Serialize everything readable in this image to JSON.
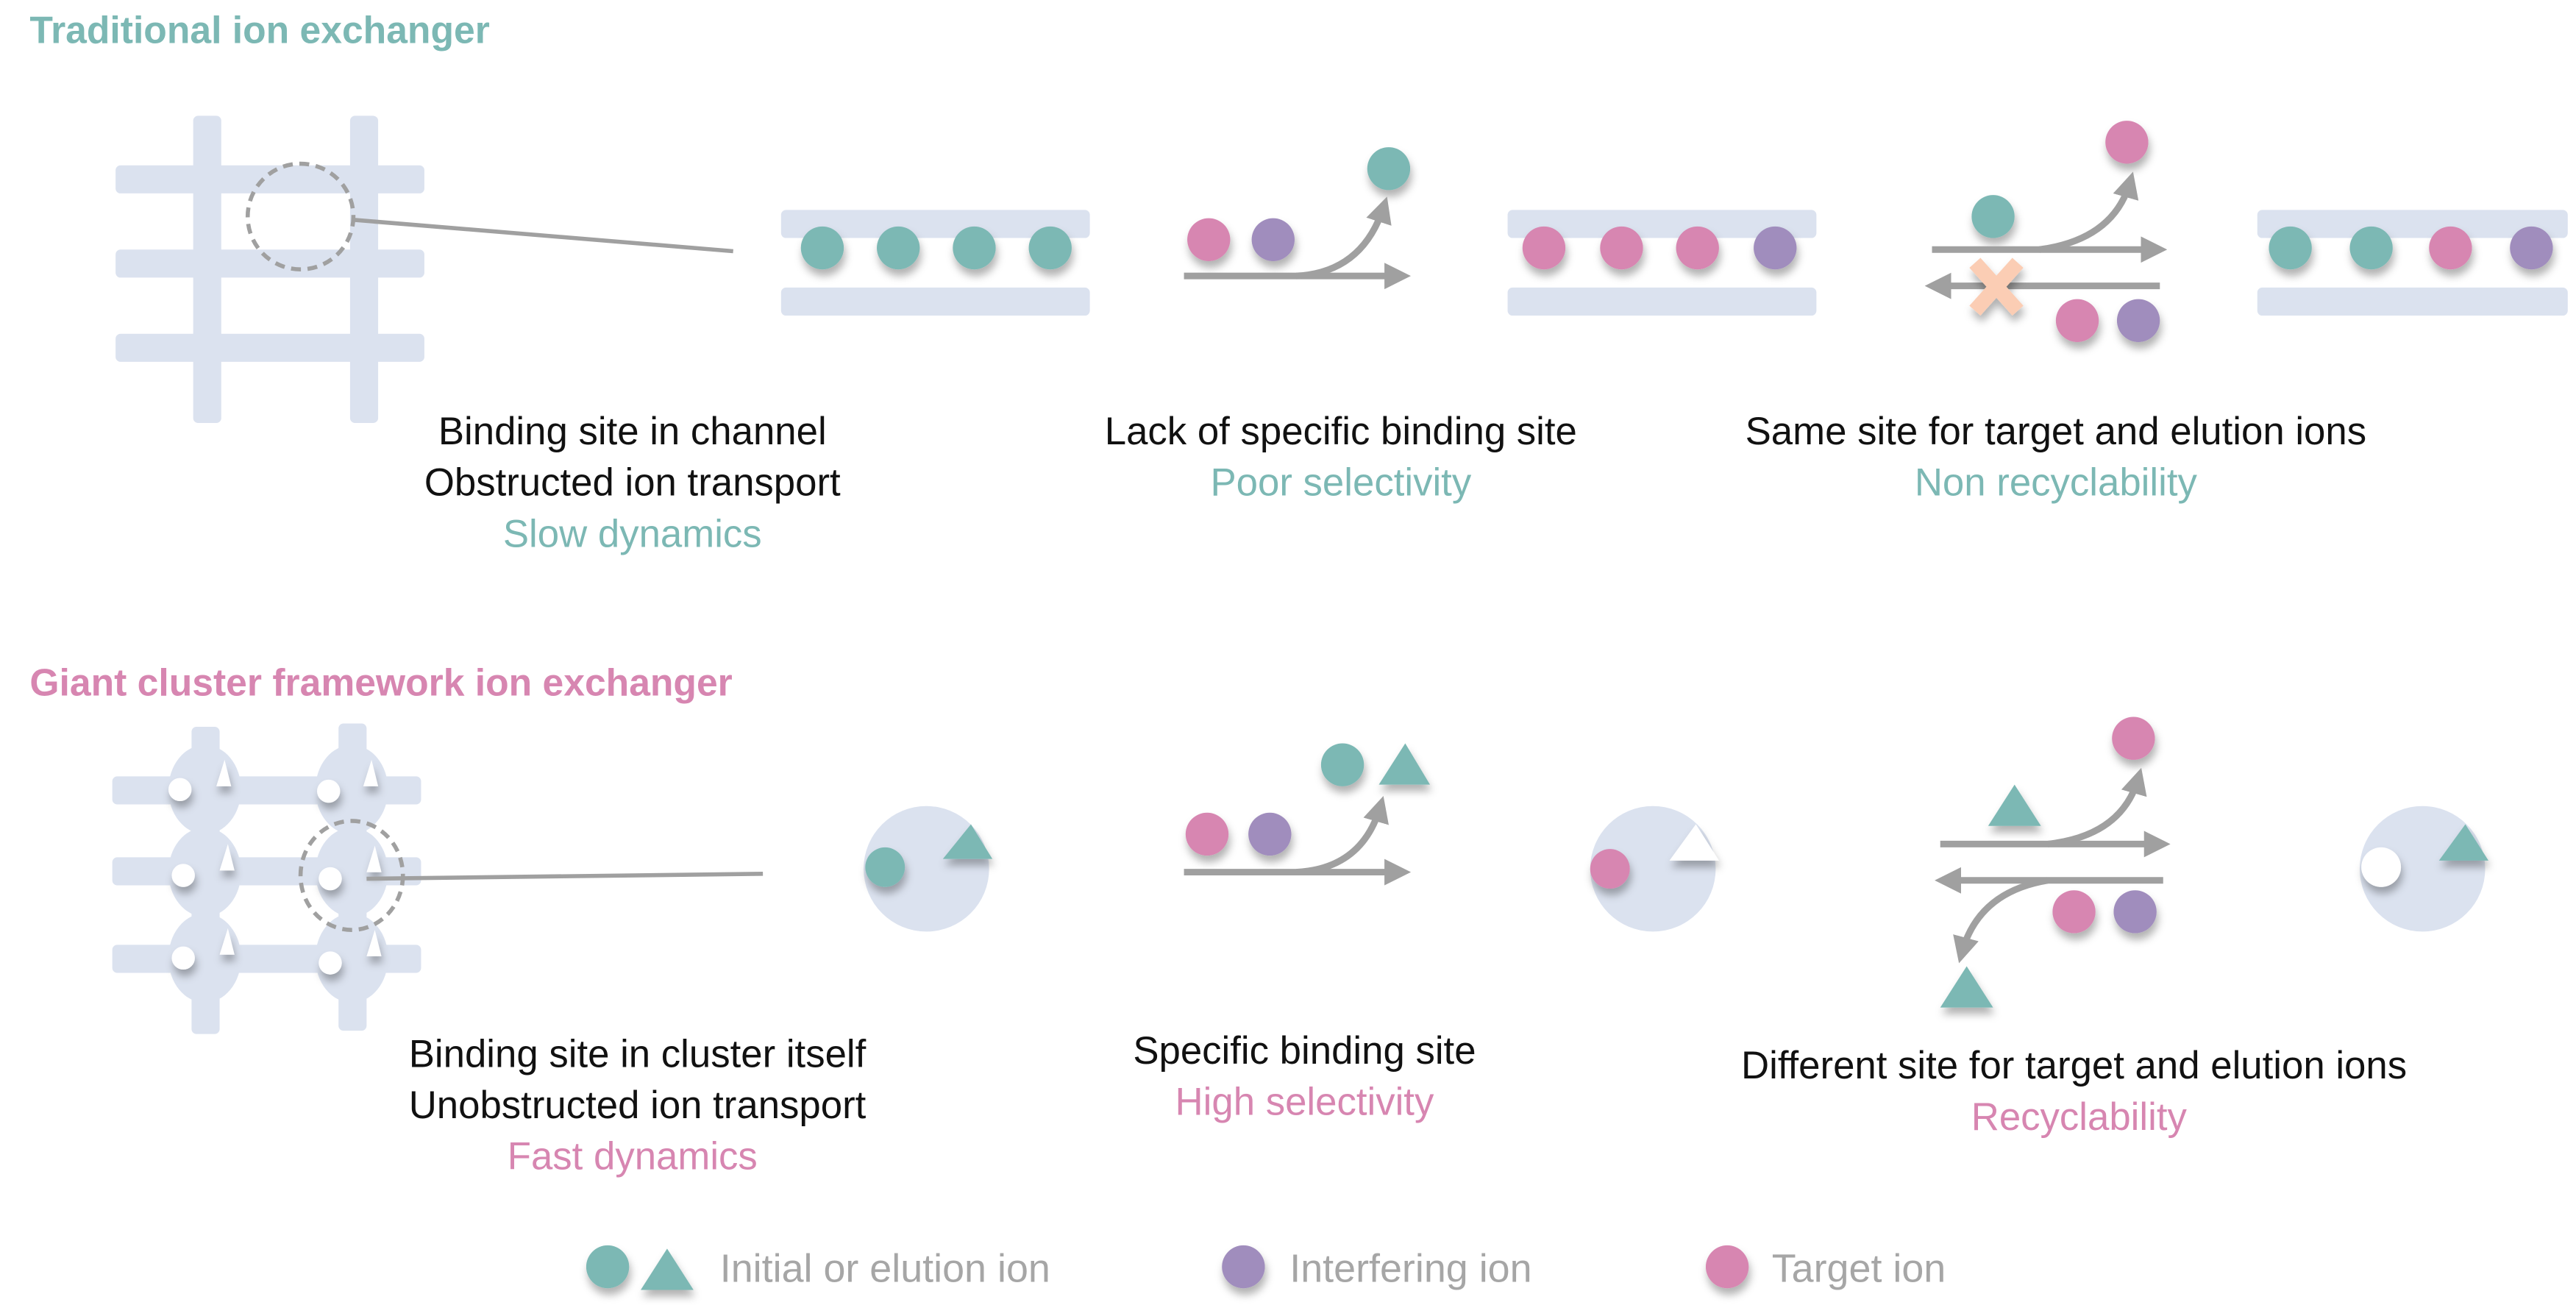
{
  "colors": {
    "initial": "#7cb8b4",
    "target": "#d786b1",
    "interfering": "#a08dbd",
    "framework": "#dbe2ef",
    "arrow": "#a0a0a0",
    "blocked": "#fbcdb4"
  },
  "traditional": {
    "title": "Traditional ion exchanger",
    "panels": [
      {
        "line1": "Binding site in channel",
        "line2": "Obstructed ion transport",
        "result": "Slow dynamics"
      },
      {
        "line1": "Lack of specific binding site",
        "result": "Poor selectivity"
      },
      {
        "line1": "Same site for target and elution ions",
        "result": "Non recyclability"
      }
    ]
  },
  "giant": {
    "title": "Giant cluster framework ion exchanger",
    "panels": [
      {
        "line1": "Binding site in cluster itself",
        "line2": "Unobstructed ion transport",
        "result": "Fast dynamics"
      },
      {
        "line1": "Specific binding site",
        "result": "High selectivity"
      },
      {
        "line1": "Different site for target and elution ions",
        "result": "Recyclability"
      }
    ]
  },
  "legend": {
    "initial": "Initial or elution ion",
    "interfering": "Interfering ion",
    "target": "Target ion"
  }
}
